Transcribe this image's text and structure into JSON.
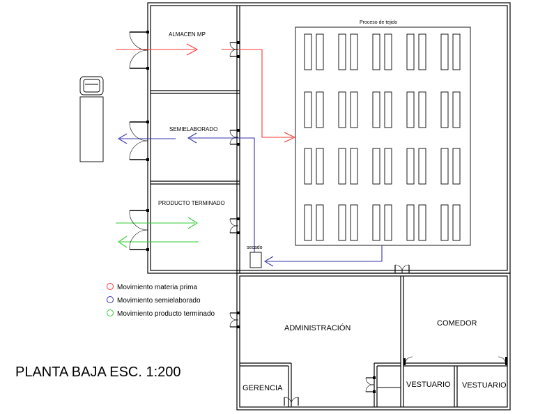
{
  "title": "PLANTA BAJA ESC. 1:200",
  "rooms": {
    "almacen_mp": "ALMACEN MP",
    "semielaborado": "SEMIELABORADO",
    "producto_terminado": "PRODUCTO TERMINADO",
    "proceso_tejido": "Proceso de tejido",
    "secado": "secado",
    "administracion": "ADMINISTRACIÓN",
    "comedor": "COMEDOR",
    "gerencia": "GERENCIA",
    "vestuario_1": "VESTUARIO",
    "vestuario_2": "VESTUARIO"
  },
  "legend": [
    {
      "label": "Movimiento materia prima",
      "color": "#ff3333"
    },
    {
      "label": "Movimiento semielaborado",
      "color": "#3333aa"
    },
    {
      "label": "Movimiento producto terminado",
      "color": "#33cc33"
    }
  ],
  "loom_grid": {
    "rows": 4,
    "columns": 5
  }
}
